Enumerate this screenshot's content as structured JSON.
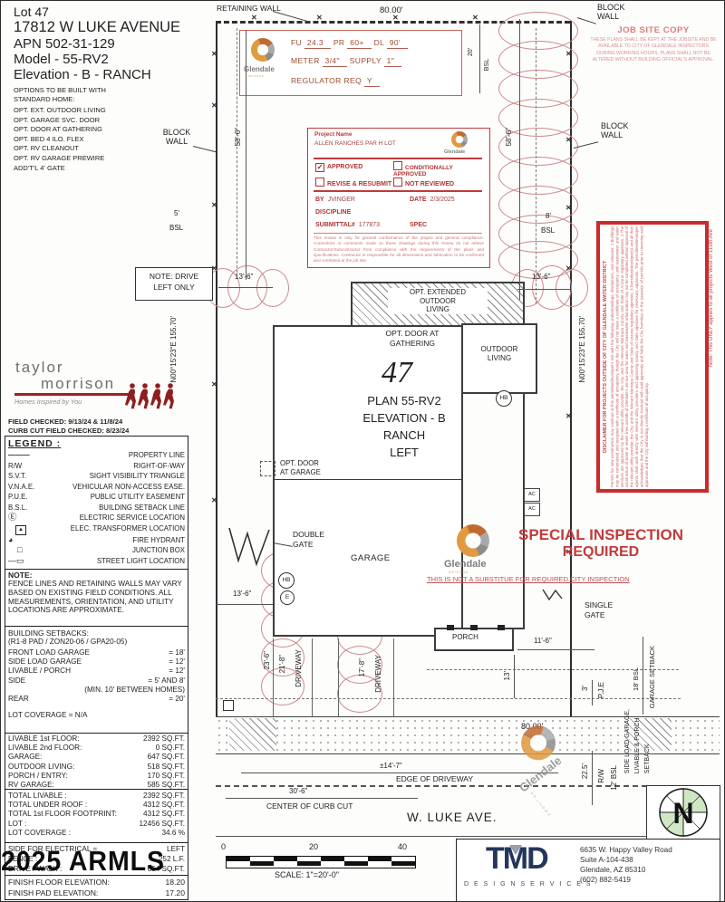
{
  "header": {
    "lot": "Lot  47",
    "address": "17812 W LUKE AVENUE",
    "apn": "APN 502-31-129",
    "model": "Model - 55-RV2",
    "elevation": "Elevation - B - RANCH",
    "options_intro": "OPTIONS TO BE BUILT WITH\nSTANDARD HOME:",
    "options": [
      "OPT. EXT. OUTDOOR LIVING",
      "OPT. GARAGE SVC. DOOR",
      "OPT. DOOR AT GATHERING",
      "OPT. BED 4 ILO. FLEX",
      "OPT. RV CLEANOUT",
      "OPT. RV GARAGE PREWIRE",
      "ADD'T'L 4' GATE"
    ]
  },
  "glendale": {
    "name": "Glendale",
    "sub": "A R I Z O N A"
  },
  "water_stamp": {
    "fu_label": "FU",
    "fu": "24.3",
    "pr_label": "PR",
    "pr": "60+",
    "dl_label": "DL",
    "dl": "90'",
    "meter_label": "METER",
    "meter": "3/4\"",
    "supply_label": "SUPPLY",
    "supply": "1\"",
    "reg_label": "REGULATOR REQ",
    "reg": "Y"
  },
  "job_site": {
    "title": "JOB SITE COPY",
    "body": "THESE PLANS SHALL BE KEPT AT THE JOBSITE AND BE AVAILABLE TO CITY OF GLENDALE INSPECTORS DURING WORKING HOURS.  PLANS SHALL NOT BE ALTERED WITHOUT BUILDING OFFICIAL'S APPROVAL."
  },
  "stamp": {
    "project_label": "Project Name",
    "project_name": "ALLEN RANCHES PAR H LOT",
    "check": "✓",
    "opts": [
      "APPROVED",
      "CONDITIONALLY APPROVED",
      "REVISE & RESUBMIT",
      "NOT REVIEWED"
    ],
    "by_label": "BY",
    "by": "JVINGER",
    "date_label": "DATE",
    "date": "2/3/2025",
    "discipline_label": "DISCIPLINE",
    "submittal_label": "SUBMITTAL#",
    "submittal": "177873",
    "spec_label": "SPEC",
    "fine_print": "This review is only for general conformance of the project and general compliance. Corrections or comments made on these drawings during this review do not relieve Contractor/Subcontractor from compliance with the requirements of the plans and specifications. Contractor is responsible for all dimensions and fabrication to be confirmed and correlated at the job site."
  },
  "builder": {
    "name1": "taylor",
    "name2": "morrison",
    "tagline": "Homes Inspired by You"
  },
  "checked": {
    "line1": "FIELD CHECKED: 9/13/24 & 11/8/24",
    "line2": "CURB CUT FIELD CHECKED: 8/23/24"
  },
  "legend": {
    "title": "LEGEND :",
    "rows": [
      {
        "sym": "— — —",
        "label": "PROPERTY LINE"
      },
      {
        "sym": "R/W",
        "label": "RIGHT-OF-WAY"
      },
      {
        "sym": "S.V.T.",
        "label": "SIGHT VISIBILITY TRIANGLE"
      },
      {
        "sym": "V.N.A.E.",
        "label": "VEHICULAR NON-ACCESS EASE."
      },
      {
        "sym": "P.U.E.",
        "label": "PUBLIC UTILITY EASEMENT"
      },
      {
        "sym": "B.S.L.",
        "label": "BUILDING SETBACK LINE"
      },
      {
        "sym": "Ⓔ",
        "label": "ELECTRIC SERVICE LOCATION"
      },
      {
        "sym": "▲",
        "label": "ELEC. TRANSFORMER LOCATION"
      },
      {
        "sym": "◕",
        "label": "FIRE HYDRANT"
      },
      {
        "sym": "□",
        "label": "JUNCTION BOX"
      },
      {
        "sym": "—▭",
        "label": "STREET LIGHT LOCATION"
      }
    ]
  },
  "note": {
    "title": "NOTE:",
    "body": "FENCE LINES AND RETAINING WALLS MAY VARY BASED ON EXISTING FIELD CONDITIONS.  ALL MEASUREMENTS, ORIENTATION, AND UTILITY LOCATIONS ARE APPROXIMATE."
  },
  "setbacks": {
    "title": "BUILDING SETBACKS:",
    "subtitle": "(R1-8 PAD / ZON20-06 / GPA20-05)",
    "rows": [
      {
        "label": "FRONT LOAD GARAGE",
        "value": "= 18'"
      },
      {
        "label": "SIDE LOAD GARAGE",
        "value": "= 12'"
      },
      {
        "label": "LIVABLE / PORCH",
        "value": "= 12'"
      },
      {
        "label": "SIDE",
        "value": "= 5' AND 8'"
      },
      {
        "label": "",
        "value": "(MIN. 10' BETWEEN HOMES)"
      },
      {
        "label": "REAR",
        "value": "= 20'"
      }
    ],
    "coverage": "LOT COVERAGE = N/A"
  },
  "areas": {
    "rows": [
      {
        "label": "LIVABLE 1st FLOOR:",
        "value": "2392  SQ.FT."
      },
      {
        "label": "LIVABLE 2nd FLOOR:",
        "value": "0  SQ.FT."
      },
      {
        "label": "GARAGE:",
        "value": "647  SQ.FT."
      },
      {
        "label": "OUTDOOR LIVING:",
        "value": "518  SQ.FT."
      },
      {
        "label": "PORCH / ENTRY:",
        "value": "170  SQ.FT."
      },
      {
        "label": "RV GARAGE:",
        "value": "585  SQ.FT."
      }
    ]
  },
  "totals": {
    "rows": [
      {
        "label": "TOTAL LIVABLE :",
        "value": "2392  SQ.FT."
      },
      {
        "label": "TOTAL UNDER ROOF :",
        "value": "4312  SQ.FT."
      },
      {
        "label": "TOTAL 1st FLOOR FOOTPRINT:",
        "value": "4312  SQ.FT."
      },
      {
        "label": "LOT :",
        "value": "12456  SQ.FT."
      },
      {
        "label": "LOT COVERAGE :",
        "value": "34.6 %"
      }
    ]
  },
  "electrical": {
    "rows": [
      {
        "label": "SIDE FOR ELECTRICAL =",
        "value": "LEFT"
      },
      {
        "label": "FENCE :",
        "value": "252  L.F."
      },
      {
        "label": "DRIVE / WALK :",
        "value": "654  SQ.FT."
      }
    ]
  },
  "elev_rows": {
    "rows": [
      {
        "label": "FINISH FLOOR ELEVATION:",
        "value": "18.20"
      },
      {
        "label": "FINISH PAD ELEVATION:",
        "value": "17.20"
      }
    ]
  },
  "watermark": "2025 ARMLS",
  "plan": {
    "retaining_wall": "RETAINING WALL",
    "dim_80_top": "80.00'",
    "block_wall": "BLOCK\nWALL",
    "dim_20": "20'",
    "bsl": "BSL",
    "dim_5": "5'",
    "dim_8": "8'",
    "dim_58": "58'-6\"",
    "drive_note": "NOTE: DRIVE\nLEFT ONLY",
    "dim_13_6": "13'-6\"",
    "bearing": "N00°15'23\"E 155.70'",
    "opt_ext": "OPT. EXTENDED\nOUTDOOR\nLIVING",
    "opt_door_gathering": "OPT. DOOR AT\nGATHERING",
    "outdoor_living": "OUTDOOR\nLIVING",
    "lot_no": "47",
    "plan1": "PLAN 55-RV2",
    "plan2": "ELEVATION - B",
    "plan3": "RANCH",
    "plan4": "LEFT",
    "hb": "HB",
    "e": "E",
    "ac": "AC",
    "opt_door_garage": "OPT. DOOR\nAT GARAGE",
    "double_gate": "DOUBLE\nGATE",
    "garage": "GARAGE",
    "driveway": "DRIVEWAY",
    "dim_23_6": "23'-6\"",
    "dim_21_8": "21'-8\"",
    "dim_17_8": "17'-8\"",
    "porch": "PORCH",
    "dim_11_6": "11'-6\"",
    "dim_13": "13'",
    "single_gate": "SINGLE\nGATE",
    "dim_3": "3'",
    "pje": "P.J.E",
    "bsl_18": "18' BSL",
    "garage_setback": "GARAGE SETBACK",
    "dim_80_bottom": "80.00'",
    "dim_22_5": "22.5'",
    "rw": "R/W",
    "bsl_12": "12' BSL",
    "side_load": "SIDE LOAD GARAGE,\nLIVABLE & PORCH\nSETBACK",
    "dim_14_7": "±14'-7\"",
    "edge_drive": "EDGE OF DRIVEWAY",
    "dim_30_6": "30'-6\"",
    "center_curb": "CENTER OF CURB CUT"
  },
  "inspection": {
    "line1": "SPECIAL INSPECTION",
    "line2": "REQUIRED",
    "sub": "THIS IS NOT A SUBSTITUE FOR REQUIRED CITY INSPECTION"
  },
  "disclaimer": {
    "title": "DISCLAIMER FOR PROJECTS OUTSIDE OF CITY OF GLENDALE WATER DISTRICT",
    "body": "Permits for new construction may continue at this permittee/developer's risk with the following understandings, disclaimers, and releases: 1.Buildings may be constructed and occupied with a certificate of occupancy, though the City will not issue a certificate of occupancy until wastewater and water services are approved by the relevant utility provider, the City, and the relevant Maricopa County and State of Arizona regulatory agencies. 2.The construction of water or sewer lines outside of Glendale's service area for water and wastewater urbanization may not be completed without approval of the relevant utility provider, the City, and the relevant Maricopa County and State of Arizona regulatory agencies. 3.Permittee/developer(s) and all their agents shall work directly with relevant utility providers and approving county and state agencies for necessary approvals. The permittee/developer acknowledges that the City is not directly involved with said approvals and holds the City harmless in the issuance of permits prior to receiving said approvals and the City withholding a certificate of occupancy.",
    "note": "Note: This ONLY applies to all projects West of 115th Ave"
  },
  "scale": {
    "t0": "0",
    "t20": "20",
    "t40": "40",
    "caption": "SCALE:  1\"=20'-0\""
  },
  "street": {
    "name": "W. LUKE AVE."
  },
  "tmd": {
    "name": "TMD",
    "sub": "D E S I G N   S E R V I C E S",
    "addr": "6635 W. Happy Valley Road\nSuite A-104-438\nGlendale, AZ 85310\n(602) 882-5419"
  },
  "compass": {
    "letter": "N"
  }
}
